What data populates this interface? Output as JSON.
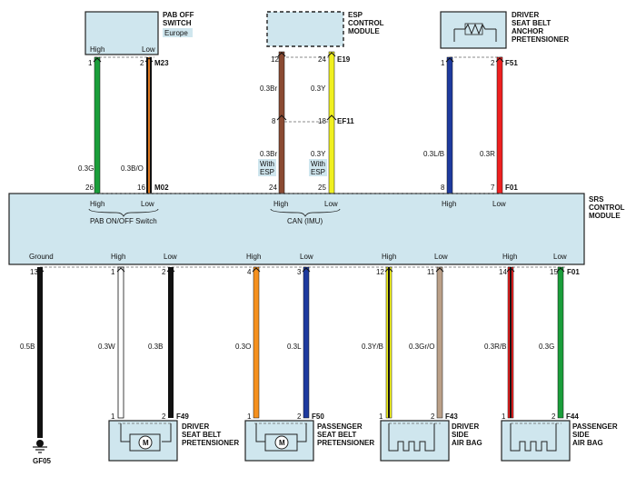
{
  "components": {
    "pab_switch": {
      "name": [
        "PAB OFF",
        "SWITCH"
      ],
      "variant": "Europe",
      "pins": [
        "High",
        "Low"
      ]
    },
    "esp_module": {
      "name": [
        "ESP",
        "CONTROL",
        "MODULE"
      ]
    },
    "anchor": {
      "name": [
        "DRIVER",
        "SEAT BELT",
        "ANCHOR",
        "PRETENSIONER"
      ]
    },
    "srs_module": {
      "name": [
        "SRS",
        "CONTROL",
        "MODULE"
      ]
    },
    "driver_pretensioner": {
      "name": [
        "DRIVER",
        "SEAT BELT",
        "PRETENSIONER"
      ]
    },
    "passenger_pretensioner": {
      "name": [
        "PASSENGER",
        "SEAT BELT",
        "PRETENSIONER"
      ]
    },
    "driver_side_airbag": {
      "name": [
        "DRIVER",
        "SIDE",
        "AIR BAG"
      ]
    },
    "passenger_side_airbag": {
      "name": [
        "PASSENGER",
        "SIDE",
        "AIR BAG"
      ]
    }
  },
  "connectors": {
    "m23": "M23",
    "e19": "E19",
    "f51": "F51",
    "ef11": "EF11",
    "m02": "M02",
    "f01": "F01",
    "f49": "F49",
    "f50": "F50",
    "f43": "F43",
    "f44": "F44",
    "gf05": "GF05"
  },
  "upper_wires": [
    {
      "top_pin": "1",
      "bottom_pin": "26",
      "spec": "0.3G",
      "color": "#1a9e3a",
      "label": "High"
    },
    {
      "top_pin": "2",
      "bottom_pin": "16",
      "spec": "0.3B/O",
      "color": "#111111",
      "stripe": "#e07a20",
      "label": "Low"
    },
    {
      "top_pin": "12",
      "mid_pin": "8",
      "bottom_pin": "24",
      "spec_top": "0.3Br",
      "spec_bottom": "0.3Br",
      "note": [
        "With",
        "ESP"
      ],
      "color": "#8a4a32",
      "label": "High"
    },
    {
      "top_pin": "24",
      "mid_pin": "18",
      "bottom_pin": "25",
      "spec_top": "0.3Y",
      "spec_bottom": "0.3Y",
      "note": [
        "With",
        "ESP"
      ],
      "color": "#f0f020",
      "label": "Low"
    },
    {
      "top_pin": "1",
      "bottom_pin": "8",
      "spec": "0.3L/B",
      "color": "#1e3a9e",
      "label": "High"
    },
    {
      "top_pin": "2",
      "bottom_pin": "7",
      "spec": "0.3R",
      "color": "#ee2020",
      "label": "Low"
    }
  ],
  "bus_labels": {
    "pab": "PAB ON/OFF Switch",
    "can": "CAN (IMU)"
  },
  "lower_wires": [
    {
      "srs_pin": "13",
      "label": "Ground",
      "spec": "0.5B",
      "color": "#111111"
    },
    {
      "srs_pin": "1",
      "label": "High",
      "spec": "0.3W",
      "color": "#ffffff",
      "comp_pin": "1"
    },
    {
      "srs_pin": "2",
      "label": "Low",
      "spec": "0.3B",
      "color": "#111111",
      "comp_pin": "2"
    },
    {
      "srs_pin": "4",
      "label": "High",
      "spec": "0.3O",
      "color": "#f5901e",
      "comp_pin": "1"
    },
    {
      "srs_pin": "3",
      "label": "Low",
      "spec": "0.3L",
      "color": "#1e3a9e",
      "comp_pin": "2"
    },
    {
      "srs_pin": "12",
      "label": "High",
      "spec": "0.3Y/B",
      "color": "#f0f020",
      "stripe": "#111111",
      "comp_pin": "1"
    },
    {
      "srs_pin": "11",
      "label": "Low",
      "spec": "0.3Gr/O",
      "color": "#bba088",
      "comp_pin": "2"
    },
    {
      "srs_pin": "14",
      "label": "High",
      "spec": "0.3R/B",
      "color": "#ee2020",
      "stripe": "#111111",
      "comp_pin": "1"
    },
    {
      "srs_pin": "15",
      "label": "Low",
      "spec": "0.3G",
      "color": "#1a9e3a",
      "comp_pin": "2"
    }
  ],
  "motor_symbol": "M"
}
